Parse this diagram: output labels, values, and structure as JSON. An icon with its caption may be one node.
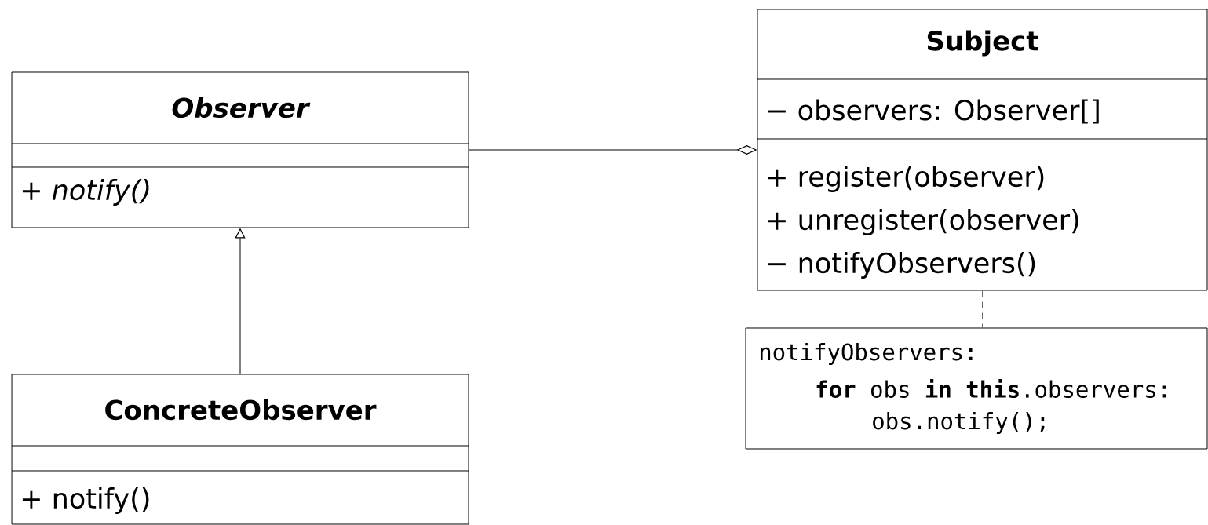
{
  "diagram": {
    "nodes": [
      {
        "text": [
          "Observer",
          "+ *notify()*"
        ]
      },
      {
        "text": [
          "Subject",
          "− observers: Observer[]",
          "+ register(observer)",
          "+ unregister(observer)",
          "− notifyObservers()"
        ]
      },
      {
        "text": [
          "ConcreteObserver",
          "+ notify()"
        ]
      },
      {
        "text": [
          "notifyObservers:",
          "**for** obs **in** **this**.observers:",
          "obs.notify();"
        ]
      }
    ],
    "edges": [
      {
        "from": 0,
        "to": 1,
        "arrow": "other"
      },
      {
        "from": 2,
        "to": 0,
        "arrow": "to"
      },
      {
        "from": 1,
        "to": 3,
        "arrow": "none",
        "style": "dashed",
        "color": "#666666"
      }
    ]
  }
}
